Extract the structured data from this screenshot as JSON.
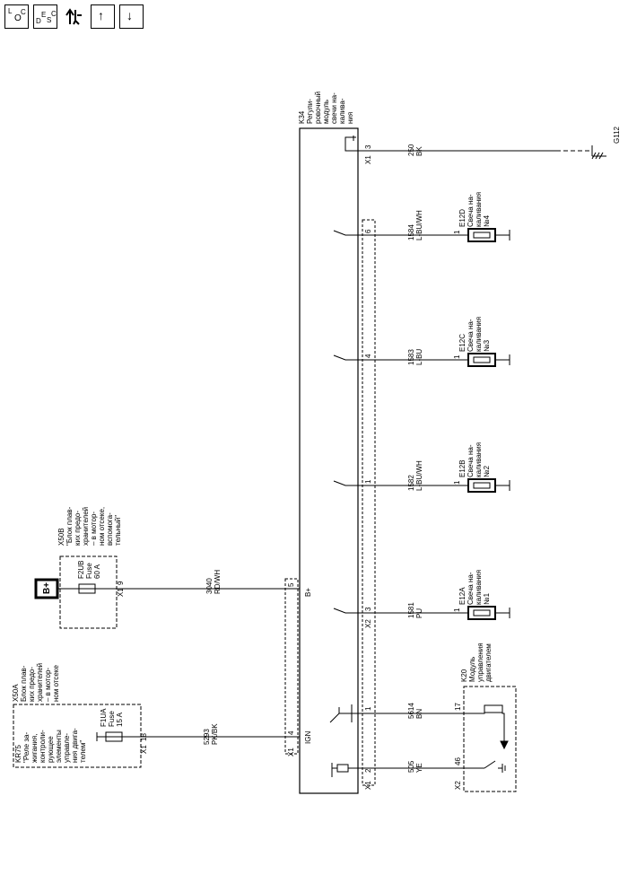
{
  "toolbar": {
    "loc_button": {
      "top": "L",
      "sub": "O",
      "bottom": "C"
    },
    "desc_button": {
      "a": "D",
      "b": "E",
      "c": "S",
      "d": "C"
    },
    "up_arrow": "↑",
    "down_arrow": "↓"
  },
  "module_k34": {
    "label": "K34\nРегули-\nровочный\nмодуль\nсвечи на-\nкалива-\nния",
    "pins": {
      "b_plus_label": "B+",
      "ign_label": "IGN"
    }
  },
  "ground_g112": "G112",
  "x50a": {
    "lines": [
      "X50A",
      "Блок плав-",
      "ких предо-",
      "хранителей",
      "– в мотор-",
      "ном отсеке"
    ],
    "relay_lines": [
      "KR75",
      "\"Реле за-",
      "жигания,",
      "контроли-",
      "рующее",
      "элементы",
      "управле-",
      "ния двига-",
      "телем\""
    ],
    "fuse": [
      "F1UA",
      "Fuse",
      "15 A"
    ],
    "conn": "X1",
    "pin": "18"
  },
  "x50b": {
    "lines": [
      "X50B",
      "\"Блок плав-",
      "ких предо-",
      "хранителей",
      "– в мотор-",
      "ном отсеке,",
      "вспомога-",
      "тельный\""
    ],
    "fuse": [
      "F2UB",
      "Fuse",
      "60 A"
    ],
    "conn": "X1",
    "pin": "9",
    "b_plus": "B+"
  },
  "k20": {
    "lines": [
      "K20",
      "Модуль",
      "управления",
      "двигателем"
    ],
    "pin17": "17",
    "pin46": "46",
    "conn": "X2"
  },
  "wires": [
    {
      "circuit": "5293",
      "color": "PK/BK",
      "pin": "4",
      "conn": "X1"
    },
    {
      "circuit": "3040",
      "color": "RD/WH",
      "pin": "5"
    },
    {
      "circuit": "5614",
      "color": "BN",
      "pin": "1"
    },
    {
      "circuit": "505",
      "color": "YE",
      "pin": "2",
      "conn": "X1"
    },
    {
      "circuit": "1581",
      "color": "PU",
      "pin": "3",
      "conn": "X2"
    },
    {
      "circuit": "1582",
      "color": "L-BU/WH",
      "pin": "1"
    },
    {
      "circuit": "1583",
      "color": "L-BU",
      "pin": "4"
    },
    {
      "circuit": "1584",
      "color": "L-BU/WH",
      "pin": "6"
    },
    {
      "circuit": "250",
      "color": "BK",
      "pin": "3",
      "conn": "X1"
    }
  ],
  "glow_plugs": [
    {
      "lines": [
        "E12A",
        "Свеча на-",
        "каливания",
        "№1"
      ],
      "pin": "1"
    },
    {
      "lines": [
        "E12B",
        "Свеча на-",
        "каливания",
        "№2"
      ],
      "pin": "1"
    },
    {
      "lines": [
        "E12C",
        "Свеча на-",
        "каливания",
        "№3"
      ],
      "pin": "1"
    },
    {
      "lines": [
        "E12D",
        "Свеча на-",
        "каливания",
        "№4"
      ],
      "pin": "1"
    }
  ]
}
